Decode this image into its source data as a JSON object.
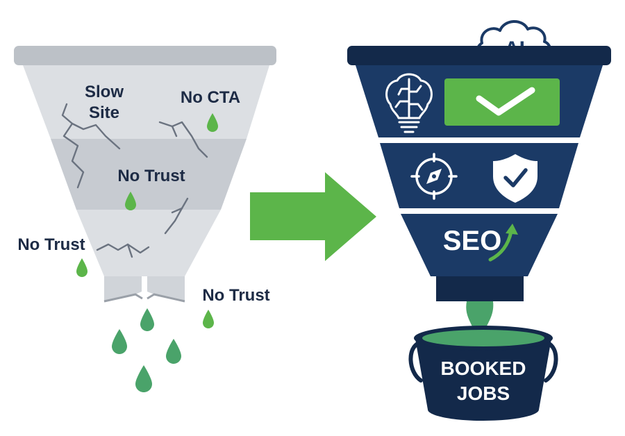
{
  "leaky_funnel": {
    "labels": {
      "slow_site_line1": "Slow",
      "slow_site_line2": "Site",
      "no_cta": "No CTA",
      "no_trust_center": "No Trust",
      "no_trust_left": "No Trust",
      "no_trust_right": "No Trust"
    }
  },
  "optimized_funnel": {
    "cloud_label": "AI",
    "seo_label": "SEO",
    "bucket_line1": "BOOKED",
    "bucket_line2": "JOBS",
    "icons": [
      "brain-bulb-icon",
      "checkmark-icon",
      "compass-icon",
      "shield-check-icon",
      "up-arrow-icon"
    ]
  },
  "colors": {
    "navy": "#1b3a66",
    "navy_dark": "#13294a",
    "green": "#5cb54a",
    "green_drop": "#4aa36a",
    "funnel_gray": "#d7dadf",
    "funnel_gray_dark": "#c5c9cf",
    "rim_gray": "#bcc1c7",
    "text_dark": "#1d2b45"
  }
}
